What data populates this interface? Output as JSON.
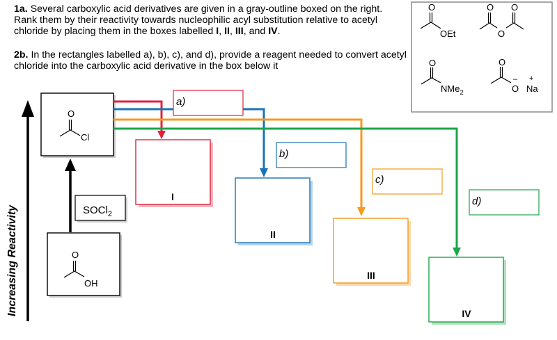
{
  "question_1a": {
    "number": "1a.",
    "text": "Several carboxylic acid derivatives are given in a gray-outline boxed on the right. Rank them by their reactivity towards nucleophilic acyl substitution relative to acetyl chloride by placing them in the boxes labelled ",
    "labels": [
      "I",
      "II",
      "III",
      "IV"
    ],
    "sep_1": ", ",
    "sep_2": ", ",
    "sep_3": ", and ",
    "end": "."
  },
  "question_2b": {
    "number": "2b.",
    "text": "In the rectangles labelled a), b), c), and d), provide a reagent needed to convert acetyl chloride into the carboxylic acid derivative in the box below it"
  },
  "reference_compounds": {
    "ester_group": "OEt",
    "anhydride_atom": "O",
    "amide_group": "NMe",
    "amide_subscript": "2",
    "carboxylate_atom": "O",
    "carboxylate_charge": "–",
    "counterion": "Na",
    "counterion_charge": "+"
  },
  "acetyl_chloride": {
    "halogen": "Cl"
  },
  "acetic_acid": {
    "group": "OH"
  },
  "reagent_box": {
    "main": "SOCl",
    "subscript": "2"
  },
  "reagent_labels": [
    "a)",
    "b)",
    "c)",
    "d)"
  ],
  "answer_labels": [
    "I",
    "II",
    "III",
    "IV"
  ],
  "axis_label": "Increasing Reactivity",
  "colors": {
    "a": "#e0223c",
    "b": "#1a73b8",
    "c": "#f59a1f",
    "d": "#1ba64a",
    "shadow_a": "#f5b5bf",
    "shadow_b": "#b3d4ee",
    "shadow_c": "#fbd9ab",
    "shadow_d": "#b3e0c1",
    "gray_box": "#8c8c8c",
    "box_shadow": "#cccccc"
  }
}
